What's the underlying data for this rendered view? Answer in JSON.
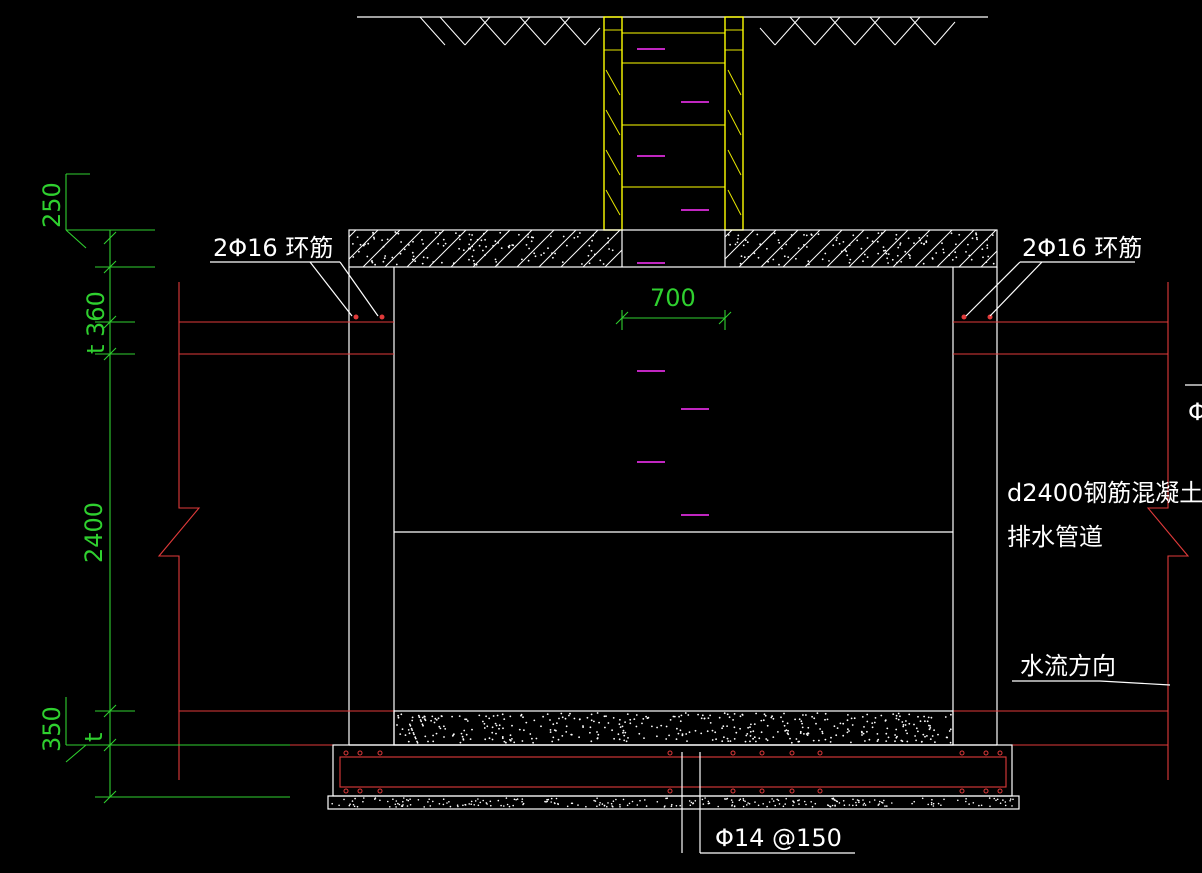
{
  "colors": {
    "background": "#000000",
    "structure": "#ffffff",
    "rebar": "#e03a3a",
    "dimension": "#2fd02f",
    "riser": "#ffff00",
    "ladder_rungs": "#ff33ff"
  },
  "labels": {
    "ring_rebar_left": "2Φ16 环筋",
    "ring_rebar_right": "2Φ16 环筋",
    "opening_width": "700",
    "pipe_line1": "d2400钢筋混凝土",
    "pipe_line2": "排水管道",
    "flow_direction": "水流方向",
    "base_rebar": "Φ14 @150",
    "edge_fragment": "Φ"
  },
  "dimensions": {
    "cover_slab": "250",
    "top_wall": "t 360",
    "top_t": "t",
    "chamber_height": "2400",
    "bottom_slab": "350",
    "bottom_t": "t"
  }
}
